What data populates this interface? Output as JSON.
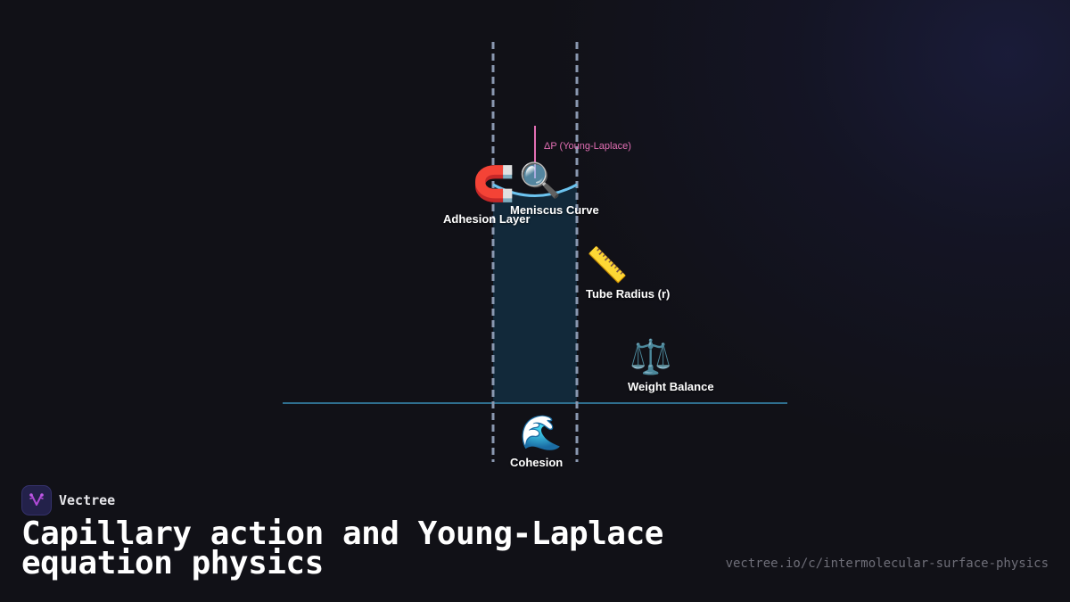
{
  "diagram": {
    "subject": "Capillary tube with meniscus",
    "colors": {
      "tube_wall": "#8a98b0",
      "water_fill": "#12293a",
      "water_surface_line": "#2f6f8f",
      "meniscus": "#6cc4f0",
      "pressure_arrow": "#e36fb4",
      "label_text": "#ffffff"
    },
    "pressure_label": "ΔP (Young-Laplace)",
    "nodes": [
      {
        "id": "adhesion",
        "icon": "magnet-icon",
        "glyph": "🧲",
        "label": "Adhesion Layer"
      },
      {
        "id": "meniscus",
        "icon": "magnifier-icon",
        "glyph": "🔍",
        "label": "Meniscus Curve"
      },
      {
        "id": "radius",
        "icon": "ruler-icon",
        "glyph": "📏",
        "label": "Tube Radius (r)"
      },
      {
        "id": "weight",
        "icon": "balance-scale-icon",
        "glyph": "⚖️",
        "label": "Weight Balance"
      },
      {
        "id": "cohesion",
        "icon": "wave-icon",
        "glyph": "🌊",
        "label": "Cohesion"
      }
    ]
  },
  "footer": {
    "brand": "Vectree",
    "title": "Capillary action and Young-Laplace equation physics",
    "url": "vectree.io/c/intermolecular-surface-physics"
  }
}
